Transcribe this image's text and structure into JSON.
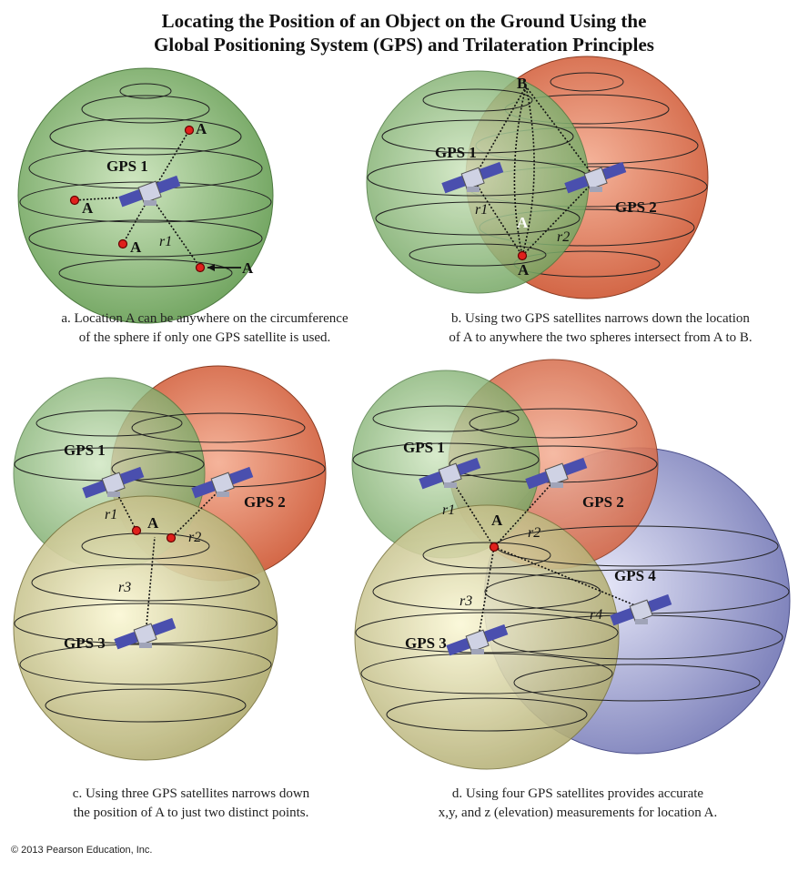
{
  "title": {
    "line1": "Locating the Position of an Object on the Ground Using the",
    "line2": "Global Positioning System (GPS) and Trilateration Principles"
  },
  "labels": {
    "gps1": "GPS 1",
    "gps2": "GPS 2",
    "gps3": "GPS 3",
    "gps4": "GPS 4",
    "a": "A",
    "b": "B",
    "r1": "r1",
    "r2": "r2",
    "r3": "r3",
    "r4": "r4"
  },
  "captions": {
    "a_line1": "a. Location A can be anywhere on the circumference",
    "a_line2": "of the sphere if only one GPS satellite is used.",
    "b_line1": "b. Using two GPS satellites narrows down the location",
    "b_line2": "of A to anywhere the two spheres intersect from A to B.",
    "c_line1": "c. Using three GPS satellites narrows down",
    "c_line2": "the position of A to just two distinct points.",
    "d_line1": "d. Using four GPS satellites provides accurate",
    "d_line2": "x,y, and z (elevation) measurements for location A."
  },
  "copyright": "© 2013 Pearson Education, Inc.",
  "colors": {
    "green": "#8fbf7a",
    "red": "#e07a5c",
    "yellow": "#d9d59a",
    "purple": "#9da0cf"
  }
}
